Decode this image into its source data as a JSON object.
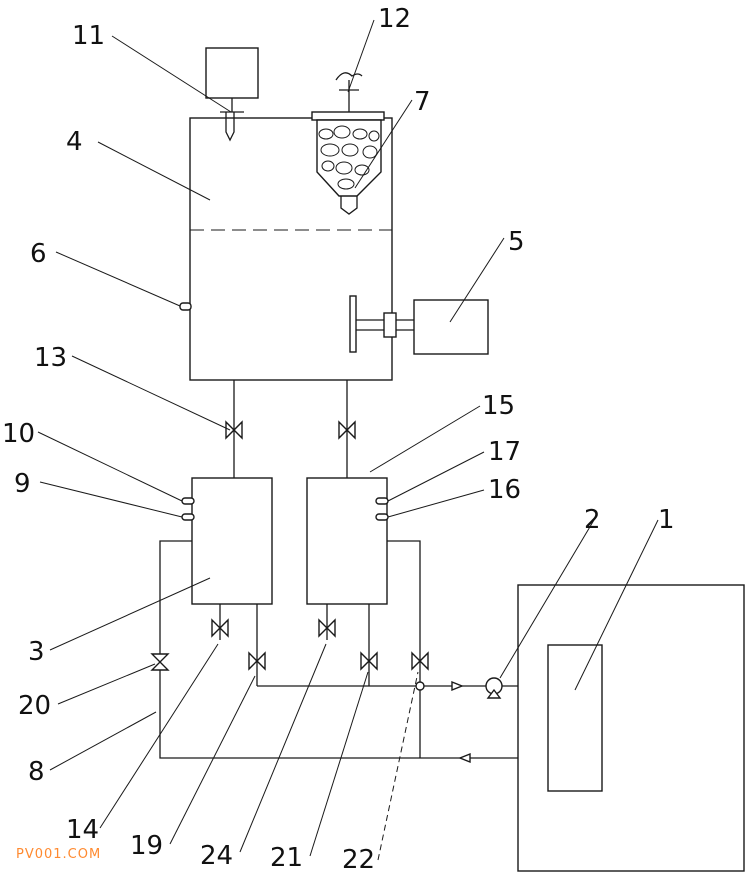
{
  "labels": {
    "l1": "1",
    "l2": "2",
    "l3": "3",
    "l4": "4",
    "l5": "5",
    "l6": "6",
    "l7": "7",
    "l8": "8",
    "l9": "9",
    "l10": "10",
    "l11": "11",
    "l12": "12",
    "l13": "13",
    "l14": "14",
    "l15": "15",
    "l16": "16",
    "l17": "17",
    "l19": "19",
    "l20": "20",
    "l21": "21",
    "l22": "22",
    "l24": "24"
  },
  "watermark": "PV001.COM"
}
